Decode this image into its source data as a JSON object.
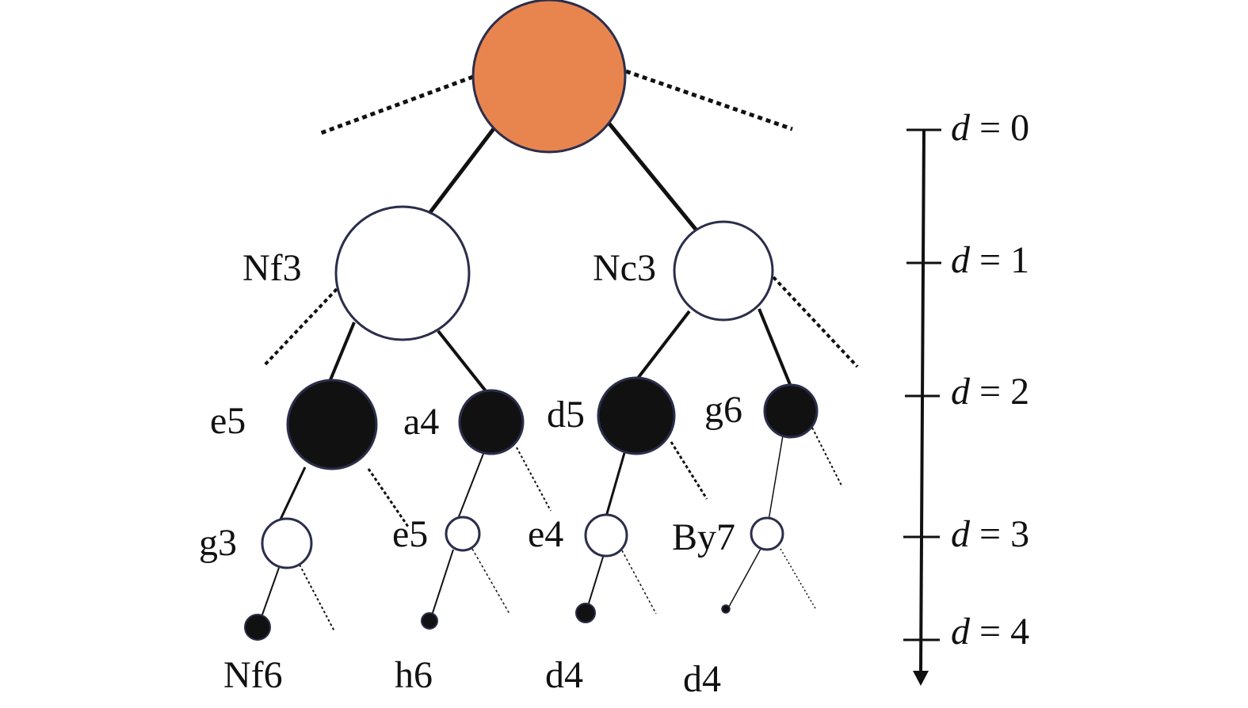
{
  "tree": {
    "root_color": "#E8854F",
    "depth1": [
      {
        "label": "Nf3",
        "color": "white"
      },
      {
        "label": "Nc3",
        "color": "white"
      }
    ],
    "depth2": [
      {
        "label": "e5",
        "color": "black"
      },
      {
        "label": "a4",
        "color": "black"
      },
      {
        "label": "d5",
        "color": "black"
      },
      {
        "label": "g6",
        "color": "black"
      }
    ],
    "depth3": [
      {
        "label": "g3",
        "color": "white"
      },
      {
        "label": "e5",
        "color": "white"
      },
      {
        "label": "e4",
        "color": "white"
      },
      {
        "label": "By7",
        "color": "white"
      }
    ],
    "depth4": [
      {
        "label": "Nf6",
        "color": "black"
      },
      {
        "label": "h6",
        "color": "black"
      },
      {
        "label": "d4",
        "color": "black"
      },
      {
        "label": "d4",
        "color": "black"
      }
    ]
  },
  "depth_axis": {
    "variable": "d",
    "ticks": [
      {
        "var": "d",
        "eq": " = 0"
      },
      {
        "var": "d",
        "eq": " = 1"
      },
      {
        "var": "d",
        "eq": " = 2"
      },
      {
        "var": "d",
        "eq": " = 3"
      },
      {
        "var": "d",
        "eq": " = 4"
      }
    ]
  }
}
